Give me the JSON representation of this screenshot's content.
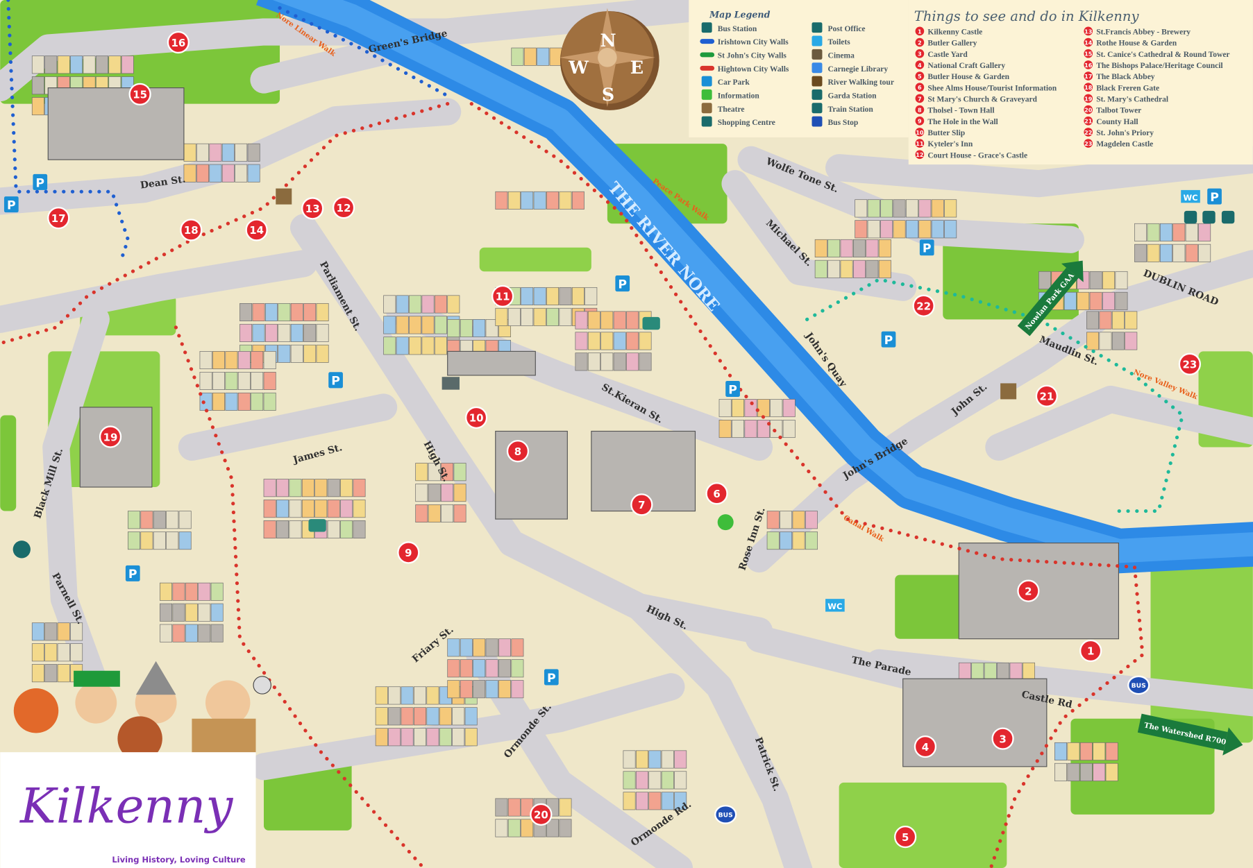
{
  "compass": {
    "n": "N",
    "e": "E",
    "s": "S",
    "w": "W"
  },
  "legend": {
    "title": "Map Legend",
    "items": [
      {
        "icon": "bus-station-icon",
        "label": "Bus Station"
      },
      {
        "icon": "blue-line-icon",
        "label": "Irishtown City Walls",
        "color": "#1f5fd1"
      },
      {
        "icon": "green-line-icon",
        "label": "St John's City Walls",
        "color": "#1e9a3c"
      },
      {
        "icon": "red-line-icon",
        "label": "Hightown City Walls",
        "color": "#d9342b"
      },
      {
        "icon": "car-park-icon",
        "label": "Car Park"
      },
      {
        "icon": "information-icon",
        "label": "Information"
      },
      {
        "icon": "theatre-icon",
        "label": "Theatre"
      },
      {
        "icon": "shopping-centre-icon",
        "label": "Shopping Centre"
      },
      {
        "icon": "post-office-icon",
        "label": "Post Office"
      },
      {
        "icon": "toilets-icon",
        "label": "Toilets"
      },
      {
        "icon": "cinema-icon",
        "label": "Cinema"
      },
      {
        "icon": "library-icon",
        "label": "Carnegie Library"
      },
      {
        "icon": "walker-icon",
        "label": "River Walking tour"
      },
      {
        "icon": "garda-star-icon",
        "label": "Garda Station"
      },
      {
        "icon": "train-icon",
        "label": "Train Station"
      },
      {
        "icon": "bus-stop-icon",
        "label": "Bus Stop"
      }
    ]
  },
  "things": {
    "title": "Things to see and do in Kilkenny",
    "items": [
      "Kilkenny Castle",
      "Butler Gallery",
      "Castle Yard",
      "National Craft Gallery",
      "Butler House & Garden",
      "Shee Alms House/Tourist Information",
      "St Mary's Church & Graveyard",
      "Tholsel - Town Hall",
      "The Hole in the Wall",
      "Butter Slip",
      "Kyteler's Inn",
      "Court House - Grace's Castle",
      "St.Francis Abbey - Brewery",
      "Rothe House & Garden",
      "St. Canice's Cathedral & Round Tower",
      "The Bishops Palace/Heritage Council",
      "The Black Abbey",
      "Black Freren Gate",
      "St. Mary's Cathedral",
      "Talbot Tower",
      "County Hall",
      "St. John's Priory",
      "Magdelen Castle"
    ]
  },
  "map": {
    "river": "THE RIVER NORE",
    "streets": [
      "Dean St.",
      "Parliament St.",
      "High St.",
      "James St.",
      "Black Mill St.",
      "Parnell St.",
      "Friary St.",
      "Ormonde St.",
      "Ormonde Rd.",
      "Patrick St.",
      "High St.",
      "The Parade",
      "Castle Rd",
      "Rose Inn St.",
      "St.Kieran St.",
      "John's Quay",
      "John St.",
      "John's Bridge",
      "Michael St.",
      "Wolfe Tone St.",
      "DUBLIN ROAD",
      "Maudlin St.",
      "Green's Bridge"
    ],
    "walks": [
      "Nore Linear Walk",
      "Peace Park Walk",
      "Canal Walk",
      "Nore Valley Walk"
    ],
    "signs": [
      "Nowlan Park GAA",
      "The Watershed R700"
    ],
    "marker_color": "#e3262e",
    "wall_colors": {
      "hightown": "#d9342b",
      "irishtown": "#1f5fd1",
      "st_johns": "#1eb99a"
    }
  },
  "logo": {
    "name": "Kilkenny",
    "tagline": "Living History, Loving Culture",
    "color": "#7a2fb5"
  }
}
